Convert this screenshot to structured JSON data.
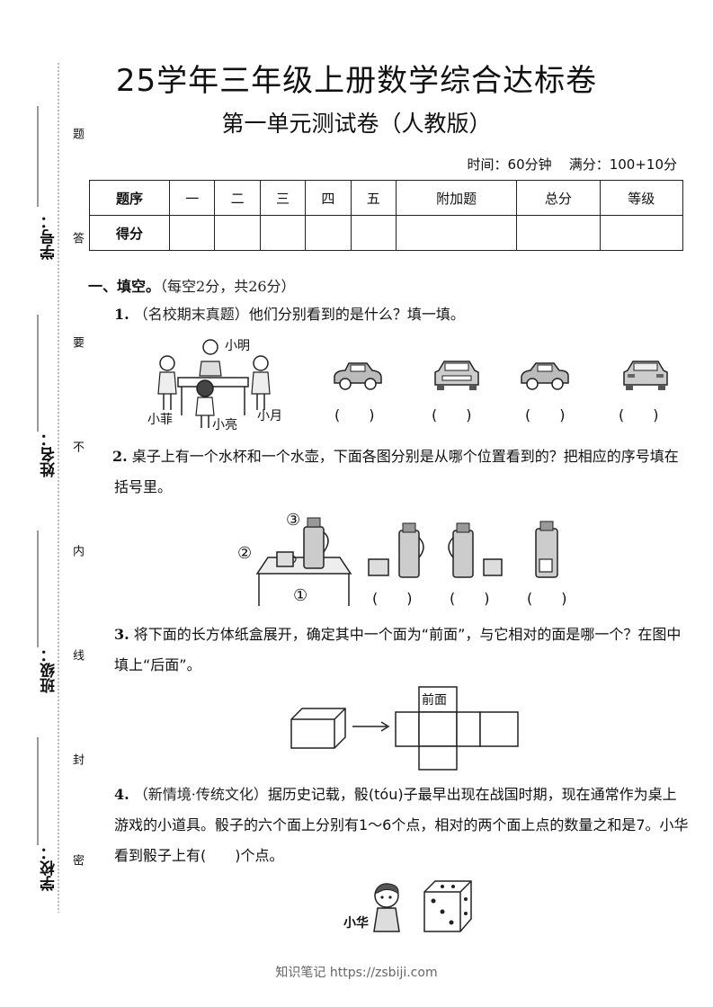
{
  "header": {
    "title": "25学年三年级上册数学综合达标卷",
    "subtitle": "第一单元测试卷（人教版）",
    "time": "时间：60分钟",
    "full_score": "满分：100+10分"
  },
  "score_table": {
    "row1_label": "题序",
    "row2_label": "得分",
    "columns": [
      "一",
      "二",
      "三",
      "四",
      "五",
      "附加题",
      "总分",
      "等级"
    ]
  },
  "side": {
    "labels": [
      "学号：",
      "姓名：",
      "班级：",
      "学校："
    ],
    "chars": [
      "题",
      "答",
      "要",
      "不",
      "内",
      "线",
      "封",
      "密"
    ]
  },
  "section1": {
    "title": "一、填空。",
    "note": "（每空2分，共26分）"
  },
  "q1": {
    "num": "1.",
    "note": "（名校期末真题）",
    "text": "他们分别看到的是什么？填一填。",
    "kids": [
      "小明",
      "小菲",
      "小亮",
      "小月"
    ],
    "blank": "(　　)"
  },
  "q2": {
    "num": "2.",
    "text": "桌子上有一个水杯和一个水壶，下面各图分别是从哪个位置看到的？把相应的序号填在括号里。",
    "markers": [
      "③",
      "②",
      "①"
    ],
    "blank": "(　　)"
  },
  "q3": {
    "num": "3.",
    "text": "将下面的长方体纸盒展开，确定其中一个面为“前面”，与它相对的面是哪一个？在图中填上“后面”。",
    "front_label": "前面"
  },
  "q4": {
    "num": "4.",
    "note": "（新情境·传统文化）",
    "text": "据历史记载，骰(tóu)子最早出现在战国时期，现在通常作为桌上游戏的小道具。骰子的六个面上分别有1～6个点，相对的两个面上点的数量之和是7。小华看到骰子上有(　　)个点。",
    "kid": "小华"
  },
  "footer": "知识笔记 https://zsbiji.com"
}
